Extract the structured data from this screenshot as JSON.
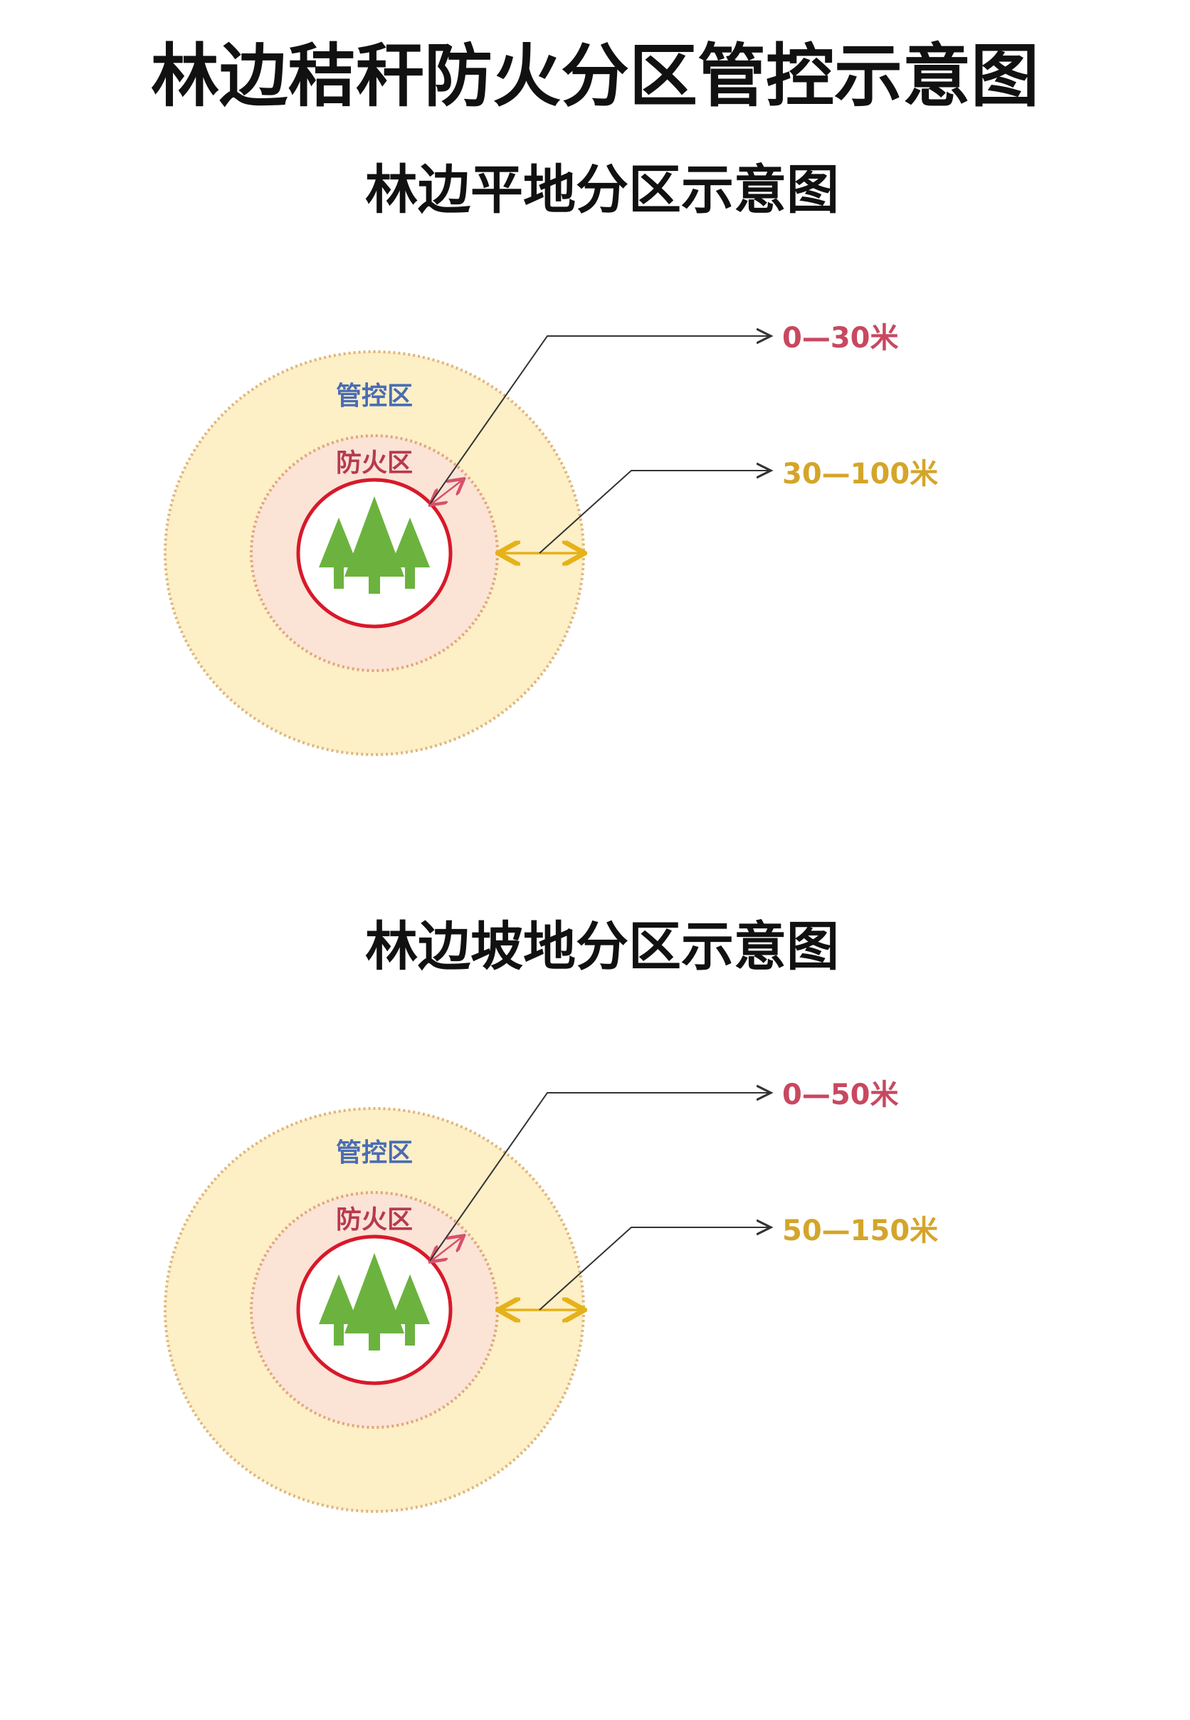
{
  "title": "林边秸秆防火分区管控示意图",
  "diagrams": [
    {
      "subtitle": "林边平地分区示意图",
      "outer_zone_label": "管控区",
      "inner_zone_label": "防火区",
      "inner_distance": "0—30米",
      "outer_distance": "30—100米"
    },
    {
      "subtitle": "林边坡地分区示意图",
      "outer_zone_label": "管控区",
      "inner_zone_label": "防火区",
      "inner_distance": "0—50米",
      "outer_distance": "50—150米"
    }
  ],
  "colors": {
    "control_zone_fill": "#fdefc6",
    "fire_zone_fill": "#fbe3d6",
    "forest_edge": "#d7192a",
    "tree": "#6bb33e",
    "control_label": "#4a6cb3",
    "fire_label": "#b63a4f",
    "inner_distance": "#c8485f",
    "outer_distance": "#d4a52a",
    "outer_arrow": "#e5b21a"
  }
}
